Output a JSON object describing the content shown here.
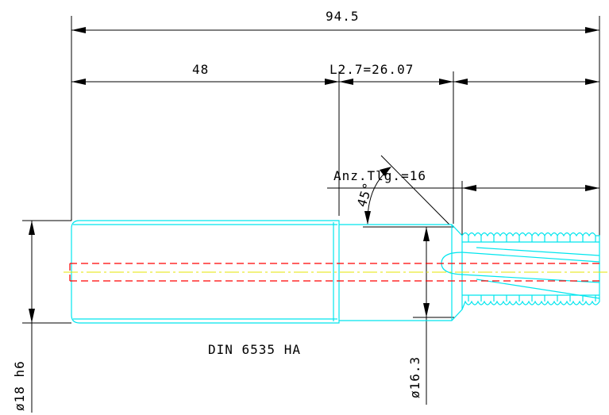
{
  "drawing": {
    "dimensions": {
      "overall_length": "94.5",
      "shank_length": "48",
      "neck_length": "L2.7=26.07",
      "thread_length": "Anz.Tlg.=16",
      "chamfer_angle": "45°",
      "shank_diameter": "ø18 h6",
      "neck_diameter": "ø16.3"
    },
    "shank_standard_label": "DIN 6535 HA",
    "colors": {
      "dimension": "#000000",
      "part_outline": "#00e5ee",
      "hidden_line": "#ff0000",
      "center_line": "#e6e600"
    }
  }
}
